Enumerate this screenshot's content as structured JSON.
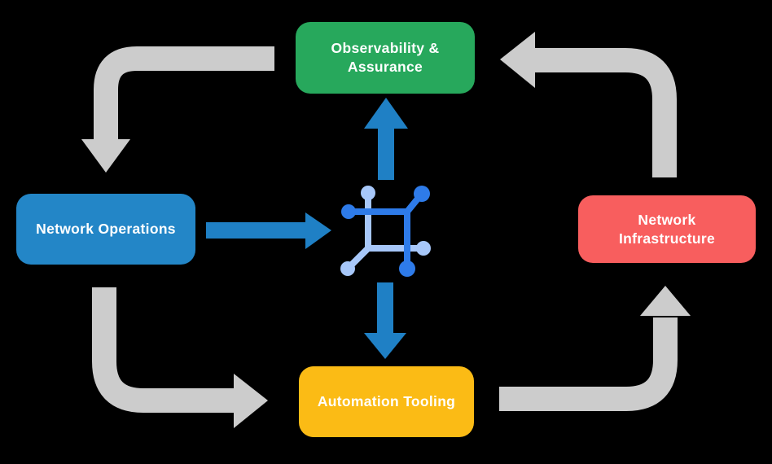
{
  "diagram": {
    "background_color": "#000000",
    "text_color": "#FFFFFF",
    "nodes": {
      "observability": {
        "label": "Observability & Assurance",
        "color": "#27A85C"
      },
      "operations": {
        "label": "Network Operations",
        "color": "#2386C7"
      },
      "infrastructure": {
        "label": "Network Infrastructure",
        "color": "#F85E5E"
      },
      "automation": {
        "label": "Automation Tooling",
        "color": "#FBBB15"
      }
    },
    "center_icon": "network-fabric-icon",
    "colors": {
      "cycle_arrow": "#CCCCCC",
      "direct_arrow": "#1F80C5",
      "icon_dark": "#2E7BE9",
      "icon_light": "#A7C7F9"
    },
    "flows": [
      {
        "from": "Observability & Assurance",
        "to": "Network Operations",
        "type": "cycle"
      },
      {
        "from": "Network Operations",
        "to": "Automation Tooling",
        "type": "cycle"
      },
      {
        "from": "Automation Tooling",
        "to": "Network Infrastructure",
        "type": "cycle"
      },
      {
        "from": "Network Infrastructure",
        "to": "Observability & Assurance",
        "type": "cycle"
      },
      {
        "from": "Network Operations",
        "to": "center-icon",
        "type": "direct"
      },
      {
        "from": "center-icon",
        "to": "Observability & Assurance",
        "type": "direct"
      },
      {
        "from": "center-icon",
        "to": "Automation Tooling",
        "type": "direct"
      }
    ]
  }
}
